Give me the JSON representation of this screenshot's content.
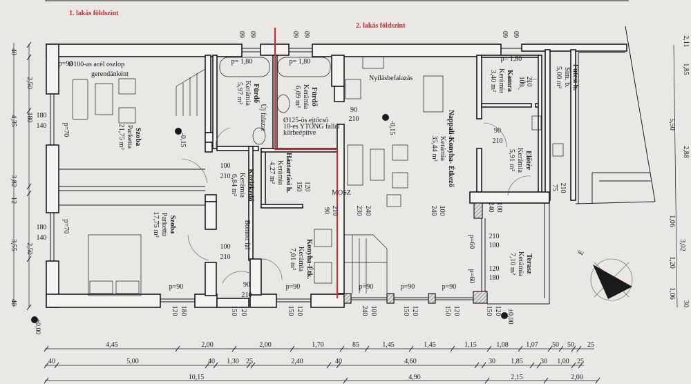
{
  "titles": {
    "flat1": "1. lakás földszint",
    "flat2": "2. lakás földszint"
  },
  "colors": {
    "paper": "#e9e8e4",
    "line": "#1a1a1a",
    "marker": "#e0202a"
  },
  "rooms": [
    {
      "name": "Szoba",
      "floor": "Parketta",
      "area": "21,75 m²"
    },
    {
      "name": "Szoba",
      "floor": "Parketta",
      "area": "17,75 m²"
    },
    {
      "name": "Fürdő",
      "floor": "Kerámia",
      "area": "5,97 m²"
    },
    {
      "name": "Fürdő",
      "floor": "Kerámia",
      "area": "6,09 m²"
    },
    {
      "name": "Háztartási h.",
      "floor": "Kerámia",
      "area": "4,27 m²"
    },
    {
      "name": "Közlekedő",
      "floor": "Kerámia",
      "area": "6,84 m²"
    },
    {
      "name": "Konyha-Étk.",
      "floor": "Kerámia",
      "area": "7,01 m²"
    },
    {
      "name": "Nappali-Konyha- Étkező",
      "floor": "Kerámia",
      "area": "35,44 m²"
    },
    {
      "name": "Kamra",
      "floor": "Kerámia",
      "area": "3,40 m²"
    },
    {
      "name": "Előtér",
      "floor": "Kerámia",
      "area": "5,91 m²"
    },
    {
      "name": "Fűtési h.",
      "floor": "Sim. b.",
      "area": "5,00 m²"
    },
    {
      "name": "Terasz",
      "floor": "Kerámia",
      "area": "7,10 m²"
    }
  ],
  "notes": {
    "column": "Ø100-as acél oszlop",
    "column2": "gerendánként",
    "new_wall": "Új falazat",
    "pipe1": "Ø125-ös ejtőcső",
    "pipe2": "10-es YTONG fallal",
    "pipe3": "körbeépítve",
    "opening": "Nyílásbefalazás",
    "demolished": "Bontott fal",
    "level_a": "-0,15",
    "level_b": "-0,15",
    "level_c": "±0,00",
    "level_d": "±0,00",
    "watermark": "MOSZ",
    "north": "É"
  },
  "small_labels": [
    "p= 1,80",
    "p= 1,80",
    "p= 1,80",
    "p=70",
    "p=70",
    "p=90",
    "p=90",
    "p=90",
    "p=90",
    "p=90",
    "p=90",
    "p=60",
    "p=60",
    "60",
    "60",
    "60",
    "60",
    "60",
    "60",
    "180",
    "140",
    "180",
    "140",
    "100",
    "210",
    "100",
    "210",
    "90",
    "210",
    "90",
    "210",
    "90",
    "210",
    "100",
    "210",
    "75",
    "210",
    "90",
    "210",
    "100",
    "240",
    "100",
    "240",
    "230",
    "240",
    "210",
    "100",
    "120",
    "180",
    "120",
    "180",
    "150",
    "120",
    "150",
    "120",
    "240",
    "100",
    "150",
    "120",
    "150",
    "120",
    "150",
    "120",
    "150",
    "120",
    "90",
    "210"
  ],
  "dimensions": {
    "row1": [
      "4,45",
      "2,00",
      "2,00",
      "1,70",
      "85",
      "1,45",
      "1,45",
      "1,15",
      "1,08",
      "1,07",
      "50",
      "50",
      "25"
    ],
    "row2": [
      "40",
      "5,00",
      "40",
      "1,30",
      "25",
      "2,40",
      "40",
      "4,60",
      "30",
      "1,85",
      "30",
      "1,00",
      "25"
    ],
    "row3": [
      "10,15",
      "4,90",
      "2,15",
      "2,00"
    ],
    "left": [
      "40",
      "2,50",
      "4,35",
      "180",
      "3,82",
      "12",
      "3,55",
      "2,50",
      "40"
    ],
    "right": [
      "2,11",
      "1,85",
      "5,50",
      "2,88",
      "1,06",
      "3,02",
      "1,20",
      "1,06",
      "30"
    ]
  }
}
